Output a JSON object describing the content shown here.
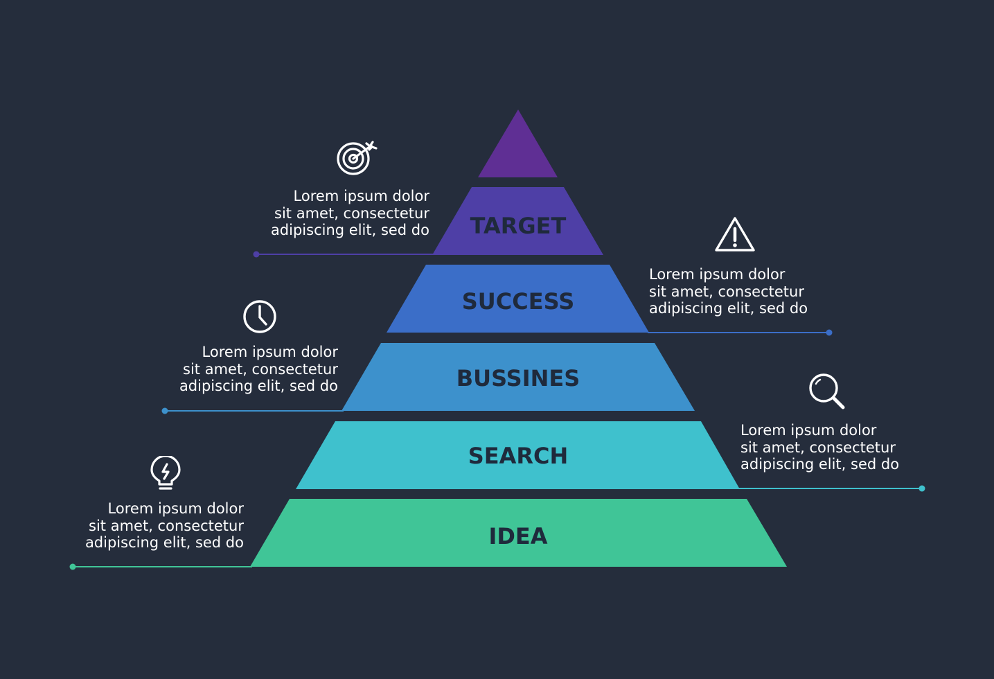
{
  "theme": {
    "background": "#252d3c",
    "label_color": "#1f2a3c",
    "text_color": "#ffffff"
  },
  "pyramid": {
    "apex_color": "#5f2f94",
    "levels": [
      {
        "label": "TARGET",
        "color": "#4e3fa6"
      },
      {
        "label": "SUCCESS",
        "color": "#3b6ec8"
      },
      {
        "label": "BUSSINES",
        "color": "#3d91cc"
      },
      {
        "label": "SEARCH",
        "color": "#3fc1cd"
      },
      {
        "label": "IDEA",
        "color": "#40c597"
      }
    ]
  },
  "callouts": [
    {
      "level": "TARGET",
      "icon": "target-icon",
      "lines": [
        "Lorem ipsum dolor",
        "sit amet, consectetur",
        "adipiscing elit, sed do"
      ]
    },
    {
      "level": "SUCCESS",
      "icon": "warning-icon",
      "lines": [
        "Lorem ipsum dolor",
        "sit amet, consectetur",
        "adipiscing elit, sed do"
      ]
    },
    {
      "level": "BUSSINES",
      "icon": "clock-icon",
      "lines": [
        "Lorem ipsum dolor",
        "sit amet, consectetur",
        "adipiscing elit, sed do"
      ]
    },
    {
      "level": "SEARCH",
      "icon": "search-icon",
      "lines": [
        "Lorem ipsum dolor",
        "sit amet, consectetur",
        "adipiscing elit, sed do"
      ]
    },
    {
      "level": "IDEA",
      "icon": "lightbulb-icon",
      "lines": [
        "Lorem ipsum dolor",
        "sit amet, consectetur",
        "adipiscing elit, sed do"
      ]
    }
  ]
}
